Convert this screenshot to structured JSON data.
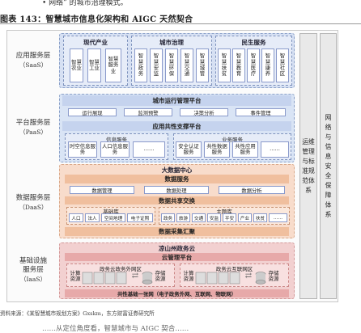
{
  "page": {
    "top_fragment": "• 网络” 的城市治理模式。",
    "figure_title": "图表 143：智慧城市信息化架构和 AIGC 天然契合",
    "source": "资料来源：《某智慧城市规划方案》Gxskm，东方财富证券研究所",
    "bottom_fragment": "……从定位角度看，智慧城市与 AIGC 契合……"
  },
  "layers": {
    "saas": {
      "name": "应用服务层",
      "sub": "（SaaS）"
    },
    "paas": {
      "name": "平台服务层",
      "sub": "（PaaS）"
    },
    "daas": {
      "name": "数据服务层",
      "sub": "（DaaS）"
    },
    "iaas": {
      "name1": "基础设施",
      "name2": "服务层",
      "sub": "（IaaS）"
    }
  },
  "saas": {
    "industry": {
      "title": "现代产业",
      "items": [
        "智慧农业",
        "智慧工业",
        "智慧服务业"
      ]
    },
    "governance": {
      "title": "城市治理",
      "items": [
        "智慧政务",
        "智慧安监",
        "智慧环保",
        "智慧交通",
        "智慧城管"
      ]
    },
    "livelihood": {
      "title": "民生服务",
      "items": [
        "智慧扶贫",
        "智慧教育",
        "智慧医疗",
        "智慧康养",
        "智慧社区"
      ]
    }
  },
  "paas": {
    "ops_title": "城市运行管理平台",
    "ops_items": [
      "运行展现",
      "监测预警",
      "决策分析",
      "事件管理"
    ],
    "common_title": "应用共性支撑平台",
    "info_title": "信息服务",
    "info_items": [
      "时空信息服务",
      "人口信息服务",
      "……"
    ],
    "biz_title": "业务服务",
    "biz_items": [
      "安全认证服务",
      "共性数据服务",
      "共性应用服务",
      "……"
    ]
  },
  "daas": {
    "title": "大数据中心",
    "service": "数据服务",
    "service_items": [
      "数据管理",
      "数据处理",
      "数据分析"
    ],
    "exchange": "数据共享交换",
    "base_title": "基础库",
    "base_items": [
      "人口",
      "法人",
      "空间地理",
      "电子证照"
    ],
    "topic_title": "主题库",
    "topic_items": [
      "政务",
      "旅游",
      "交通",
      "安监",
      "平安",
      "产业",
      "扶贫",
      "……"
    ],
    "collect": "数据采集汇聚"
  },
  "iaas": {
    "title": "凉山州政务云",
    "mgmt": "云管理平台",
    "left_zone": "政务云政务外网区",
    "right_zone": "政务云互联网区",
    "compute": "计算资源",
    "storage": "存储资源",
    "network": "共性基础一张网（电子政务外网、互联网、物联网）"
  },
  "side": {
    "ops": "运维管理与标准规范体系",
    "security": "网络与信息安全保障体系"
  },
  "colors": {
    "saas": "#d6e0f3",
    "paas": "#d9e4f5",
    "daas": "#f8dccb",
    "iaas": "#f2d0d0",
    "side": "#e9e9e9"
  }
}
